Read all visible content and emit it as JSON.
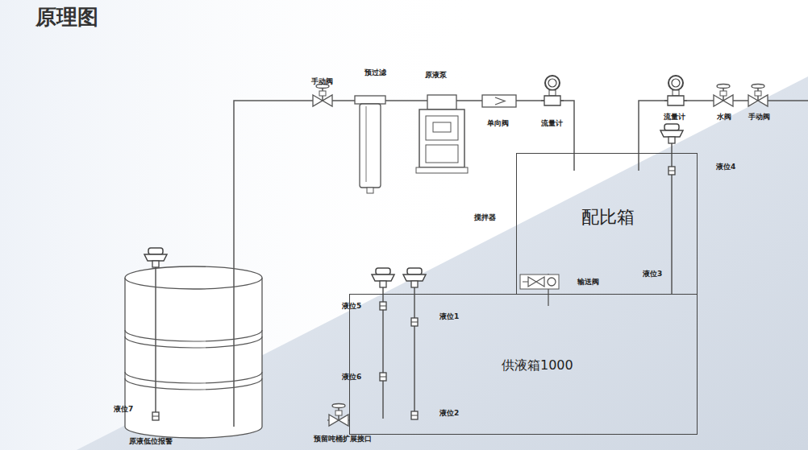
{
  "diagram": {
    "title": "原理图",
    "nodes": [
      {
        "text": [
          "配比箱"
        ]
      },
      {
        "text": [
          "供液箱1000"
        ]
      }
    ],
    "labels": [
      "手动阀",
      "预过滤",
      "原液泵",
      "单向阀",
      "流量计",
      "流量计",
      "水阀",
      "手动阀",
      "液位4",
      "搅拌器",
      "输送阀",
      "液位3",
      "液位5",
      "液位1",
      "液位6",
      "液位2",
      "液位7",
      "原液低位报警",
      "预留吨桶扩展接口"
    ]
  }
}
